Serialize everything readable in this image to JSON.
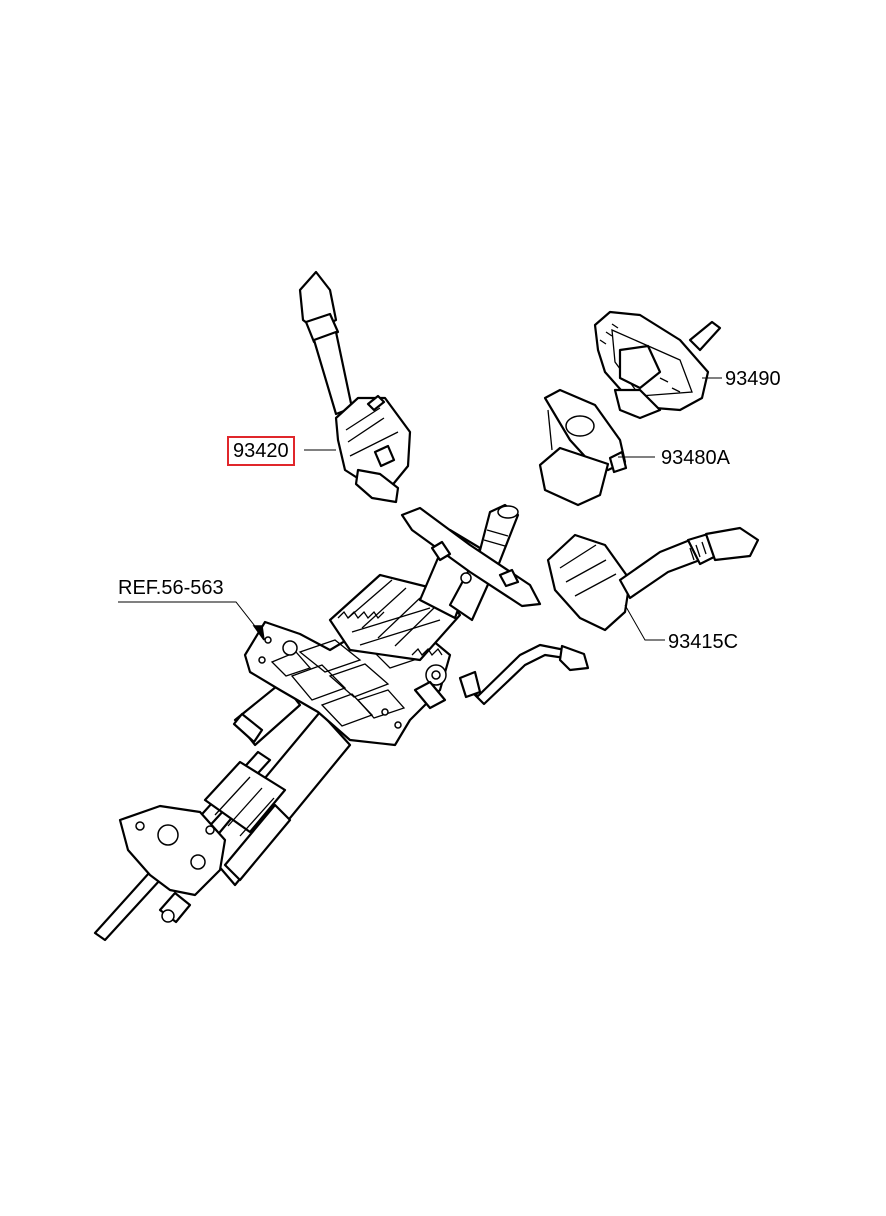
{
  "diagram": {
    "labels": {
      "p93490": "93490",
      "p93480a": "93480A",
      "p93420": "93420",
      "ref": "REF.56-563",
      "p93415c": "93415C"
    },
    "highlight_color": "#e0262b"
  }
}
